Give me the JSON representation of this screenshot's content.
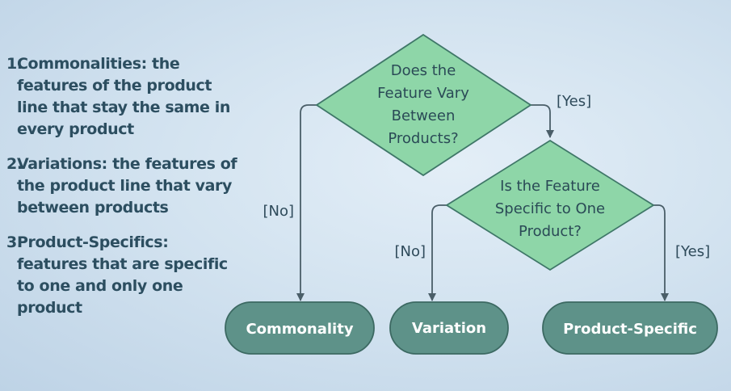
{
  "list": {
    "items": [
      {
        "num": "1.",
        "text": "Commonalities: the features of the product line that stay the same in every product"
      },
      {
        "num": "2.",
        "text": "Variations: the features of the product line that vary between products"
      },
      {
        "num": "3.",
        "text": "Product-Specifics: features that are specific to one and only one product"
      }
    ]
  },
  "flowchart": {
    "decision1": {
      "lines": [
        "Does the",
        "Feature Vary",
        "Between",
        "Products?"
      ]
    },
    "decision2": {
      "lines": [
        "Is the Feature",
        "Specific to One",
        "Product?"
      ]
    },
    "labels": {
      "d1_yes": "[Yes]",
      "d1_no": "[No]",
      "d2_no": "[No]",
      "d2_yes": "[Yes]"
    },
    "terminals": {
      "commonality": "Commonality",
      "variation": "Variation",
      "product_specific": "Product-Specific"
    }
  },
  "colors": {
    "diamond_fill": "#8ed6a8",
    "diamond_stroke": "#3f7768",
    "terminal_fill": "#5e9289",
    "terminal_stroke": "#3c6962",
    "connector": "#4a5e68",
    "text_dark": "#2c4e60"
  }
}
